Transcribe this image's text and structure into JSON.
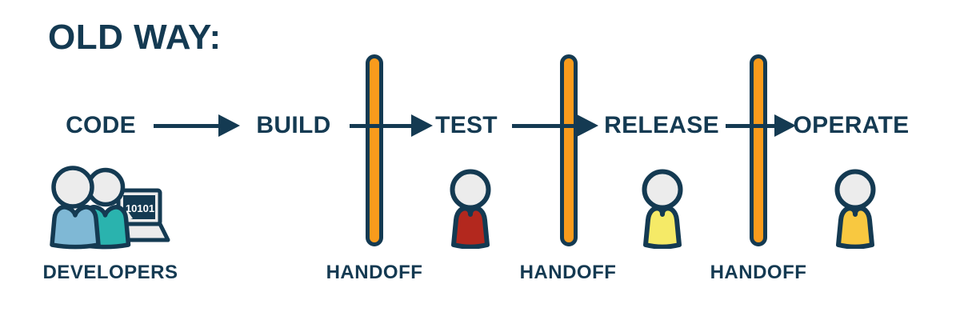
{
  "title": "OLD WAY:",
  "colors": {
    "background": "#FFFFFF",
    "navy": "#143A52",
    "orange": "#F99B1C",
    "head_gray": "#ECECEC",
    "bezel_gray": "#ECECEC",
    "tester_red": "#B3281E",
    "release_yellow": "#F5EA67",
    "operate_amber": "#F8C840",
    "dev_blue": "#7FB8D5",
    "dev_teal": "#2AB3AE",
    "screen_text": "#FFFFFF"
  },
  "pipeline": {
    "stages": [
      {
        "label": "CODE"
      },
      {
        "label": "BUILD"
      },
      {
        "label": "TEST"
      },
      {
        "label": "RELEASE"
      },
      {
        "label": "OPERATE"
      }
    ]
  },
  "handoffs": [
    {
      "label": "HANDOFF",
      "icon": "barrier-bar"
    },
    {
      "label": "HANDOFF",
      "icon": "barrier-bar"
    },
    {
      "label": "HANDOFF",
      "icon": "barrier-bar"
    }
  ],
  "roles": {
    "developers": {
      "label": "DEVELOPERS",
      "icon": "two-developers-with-laptop",
      "laptop_screen_text": "10101"
    },
    "tester": {
      "icon": "person"
    },
    "releaser": {
      "icon": "person"
    },
    "operator": {
      "icon": "person"
    }
  }
}
